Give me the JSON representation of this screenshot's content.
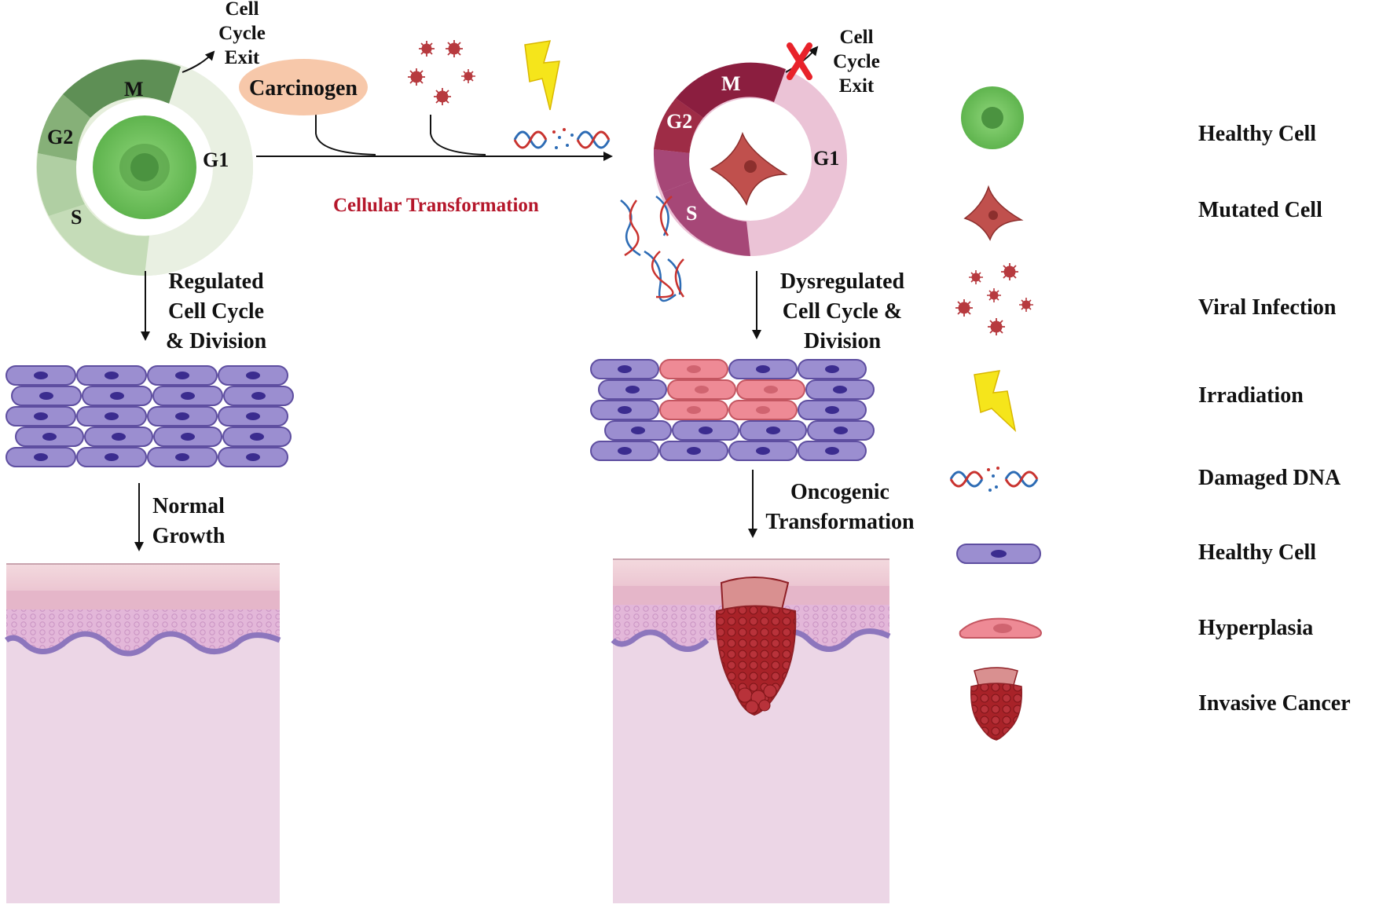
{
  "left_cycle": {
    "phases": {
      "m": "M",
      "g2": "G2",
      "s": "S",
      "g1": "G1"
    },
    "exit": [
      "Cell",
      "Cycle",
      "Exit"
    ]
  },
  "right_cycle": {
    "phases": {
      "m": "M",
      "g2": "G2",
      "s": "S",
      "g1": "G1"
    },
    "exit": [
      "Cell",
      "Cycle",
      "Exit"
    ]
  },
  "carcinogen": "Carcinogen",
  "transformation_label": "Cellular Transformation",
  "steps": {
    "regulated": [
      "Regulated",
      "Cell Cycle",
      "& Division"
    ],
    "normal": [
      "Normal",
      "Growth"
    ],
    "dysregulated": [
      "Dysregulated",
      "Cell Cycle &",
      "Division"
    ],
    "oncogenic": [
      "Oncogenic",
      "Transformation"
    ]
  },
  "legend": [
    {
      "icon": "healthy-cell-round-icon",
      "label": "Healthy Cell"
    },
    {
      "icon": "mutated-cell-icon",
      "label": "Mutated Cell"
    },
    {
      "icon": "virus-cluster-icon",
      "label": "Viral Infection"
    },
    {
      "icon": "lightning-icon",
      "label": "Irradiation"
    },
    {
      "icon": "damaged-dna-icon",
      "label": "Damaged DNA"
    },
    {
      "icon": "healthy-cell-flat-icon",
      "label": "Healthy Cell"
    },
    {
      "icon": "hyperplasia-cell-icon",
      "label": "Hyperplasia"
    },
    {
      "icon": "invasive-cancer-icon",
      "label": "Invasive Cancer"
    }
  ],
  "colors": {
    "healthy_green": "#7cc96a",
    "cycle_green_dark": "#5e8f55",
    "cycle_green_light": "#e6efdc",
    "mutated_red": "#c0504d",
    "cycle_maroon": "#8b1e3f",
    "cycle_pink": "#ebc3d6",
    "epithelial_purple": "#9b8ed0",
    "hyperplasia_pink": "#ee8a95",
    "tumor_red": "#b3262b",
    "lightning_yellow": "#f5e51b",
    "label_red": "#b5172b"
  }
}
